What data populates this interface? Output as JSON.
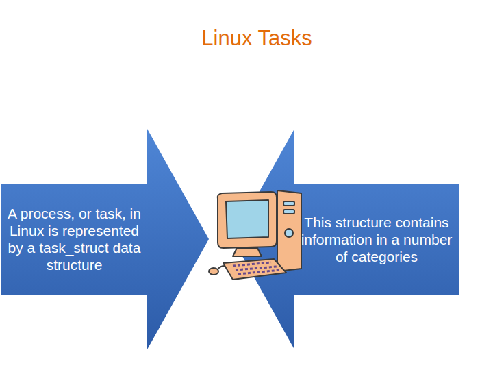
{
  "diagram": {
    "title": "Linux Tasks",
    "nodes": [
      {
        "text": [
          "A process, or task, in Linux is represented by a task_struct data structure"
        ]
      },
      {
        "text": [
          "This structure contains information in a number of categories"
        ]
      }
    ]
  }
}
